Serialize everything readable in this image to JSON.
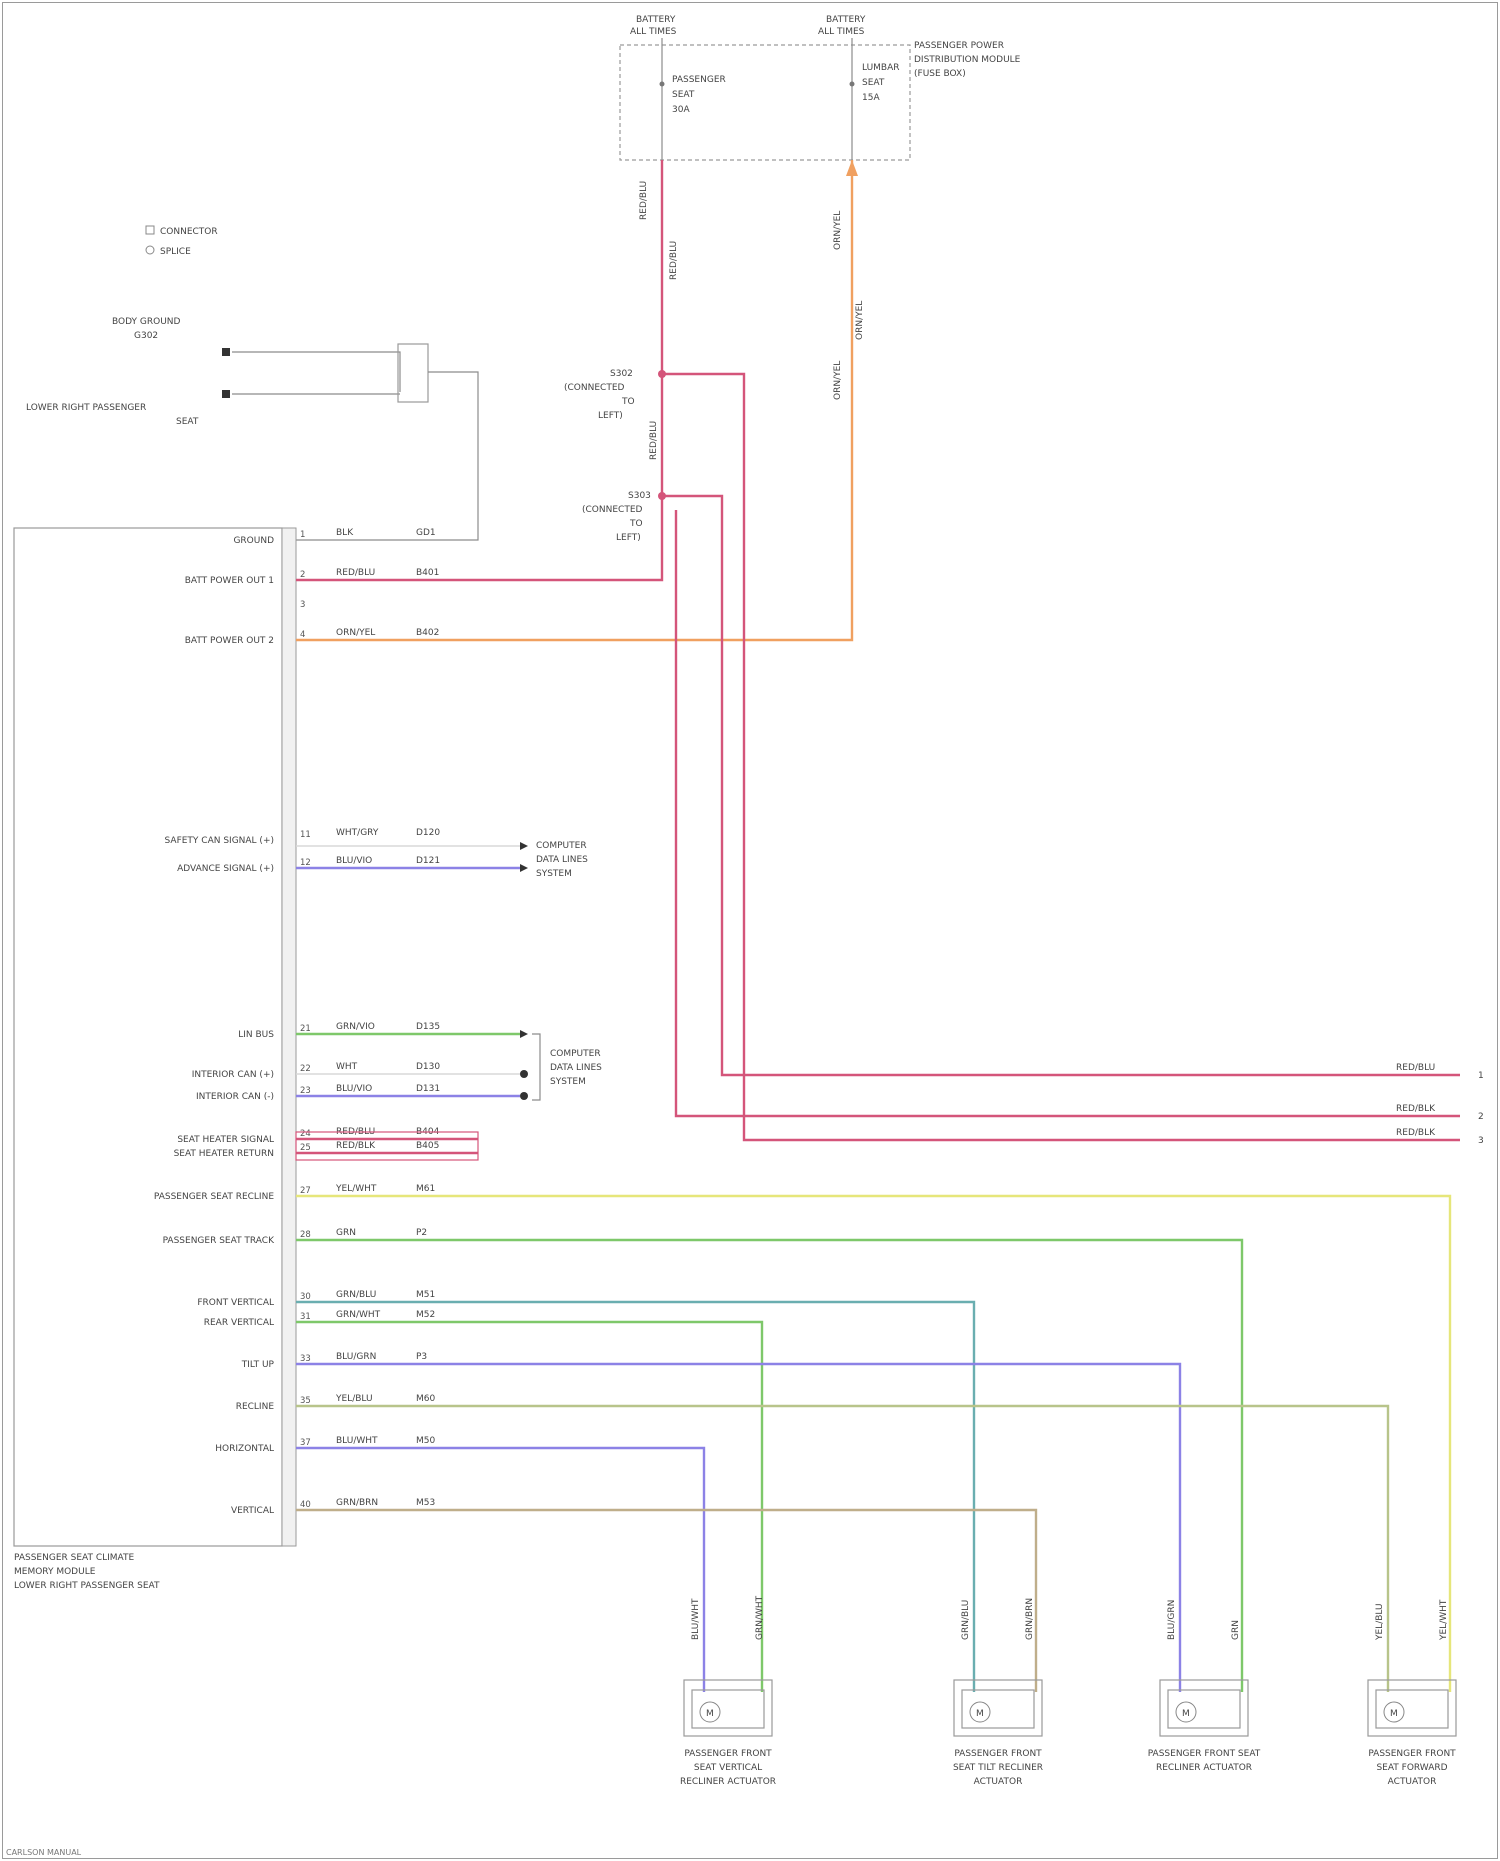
{
  "legend": {
    "entries": [
      "CONNECTOR",
      "SPLICE"
    ]
  },
  "fuse_box": {
    "left_header": [
      "BATTERY",
      "ALL TIMES"
    ],
    "right_header": [
      "BATTERY",
      "ALL TIMES"
    ],
    "left_fuse": [
      "PASSENGER",
      "SEAT",
      "30A"
    ],
    "right_fuse": [
      "LUMBAR",
      "SEAT",
      "15A"
    ],
    "label": [
      "PASSENGER POWER",
      "DISTRIBUTION MODULE",
      "(FUSE BOX)"
    ]
  },
  "ground": {
    "labels": [
      "BODY GROUND",
      "G302"
    ],
    "source": [
      "LOWER RIGHT PASSENGER",
      "SEAT"
    ]
  },
  "module": {
    "title": [
      "PASSENGER SEAT CLIMATE",
      "MEMORY MODULE",
      "LOWER RIGHT PASSENGER SEAT"
    ],
    "pins": [
      {
        "no": "1",
        "label": "GROUND",
        "color": "BLK",
        "circuit": "GD1"
      },
      {
        "no": "2",
        "label": "BATT POWER OUT 1",
        "color": "RED/BLU",
        "circuit": "B401"
      },
      {
        "no": "3",
        "label": "",
        "color": "",
        "circuit": ""
      },
      {
        "no": "4",
        "label": "BATT POWER OUT 2",
        "color": "ORN/YEL",
        "circuit": "B402"
      },
      {
        "no": "11",
        "label": "SAFETY CAN SIGNAL (+)",
        "color": "WHT/GRY",
        "circuit": "D120"
      },
      {
        "no": "12",
        "label": "ADVANCE SIGNAL (+)",
        "color": "BLU/VIO",
        "circuit": "D121"
      },
      {
        "no": "21",
        "label": "LIN BUS",
        "color": "GRN/VIO",
        "circuit": "D135"
      },
      {
        "no": "22",
        "label": "INTERIOR CAN (+)",
        "color": "WHT",
        "circuit": "D130"
      },
      {
        "no": "23",
        "label": "INTERIOR CAN (-)",
        "color": "BLU/VIO",
        "circuit": "D131"
      },
      {
        "no": "24",
        "label": "SEAT HEATER SIGNAL",
        "color": "RED/BLU",
        "circuit": "B404"
      },
      {
        "no": "25",
        "label": "SEAT HEATER RETURN",
        "color": "RED/BLK",
        "circuit": "B405"
      },
      {
        "no": "27",
        "label": "PASSENGER SEAT RECLINE",
        "color": "YEL/WHT",
        "circuit": "M61"
      },
      {
        "no": "28",
        "label": "PASSENGER SEAT TRACK",
        "color": "GRN",
        "circuit": "P2"
      },
      {
        "no": "30",
        "label": "FRONT VERTICAL",
        "color": "GRN/BLU",
        "circuit": "M51"
      },
      {
        "no": "31",
        "label": "REAR VERTICAL",
        "color": "GRN/WHT",
        "circuit": "M52"
      },
      {
        "no": "33",
        "label": "TILT UP",
        "color": "BLU/GRN",
        "circuit": "P3"
      },
      {
        "no": "35",
        "label": "RECLINE",
        "color": "YEL/BLU",
        "circuit": "M60"
      },
      {
        "no": "37",
        "label": "HORIZONTAL",
        "color": "BLU/WHT",
        "circuit": "M50"
      },
      {
        "no": "40",
        "label": "VERTICAL",
        "color": "GRN/BRN",
        "circuit": "M53"
      }
    ]
  },
  "splices": {
    "s1": [
      "S302",
      "(CONNECTED",
      "TO",
      "LEFT)"
    ],
    "s2": [
      "S303",
      "(CONNECTED",
      "TO",
      "LEFT)"
    ]
  },
  "wire_labels": {
    "left_vertical": [
      "RED/BLU",
      "RED/BLU",
      "RED/BLU"
    ],
    "right_vertical": [
      "ORN/YEL",
      "ORN/YEL",
      "ORN/YEL"
    ],
    "right_exits": [
      "RED/BLU",
      "RED/BLK",
      "RED/BLK"
    ]
  },
  "can_box_labels": {
    "upper": [
      "COMPUTER",
      "DATA LINES",
      "SYSTEM"
    ],
    "lower": [
      "COMPUTER",
      "DATA LINES",
      "SYSTEM"
    ]
  },
  "offpage": [
    "1",
    "2",
    "3"
  ],
  "motors": [
    {
      "label": [
        "PASSENGER FRONT",
        "SEAT VERTICAL",
        "RECLINER ACTUATOR"
      ],
      "wires": [
        "BLU/WHT",
        "GRN/WHT"
      ]
    },
    {
      "label": [
        "PASSENGER FRONT",
        "SEAT TILT RECLINER",
        "ACTUATOR"
      ],
      "wires": [
        "GRN/BLU",
        "GRN/BRN"
      ]
    },
    {
      "label": [
        "PASSENGER FRONT SEAT",
        "RECLINER ACTUATOR"
      ],
      "wires": [
        "BLU/GRN",
        "GRN"
      ]
    },
    {
      "label": [
        "PASSENGER FRONT",
        "SEAT FORWARD",
        "ACTUATOR"
      ],
      "wires": [
        "YEL/BLU",
        "YEL/WHT"
      ]
    }
  ],
  "colors": {
    "red": "#d4557a",
    "orange": "#f0a060",
    "violet": "#8c82e6",
    "green": "#7ec86a",
    "yellow": "#e6e67a",
    "teal": "#6aaeb0",
    "olive": "#b8c48a",
    "tan": "#bfae8a"
  },
  "footer": "CARLSON MANUAL"
}
